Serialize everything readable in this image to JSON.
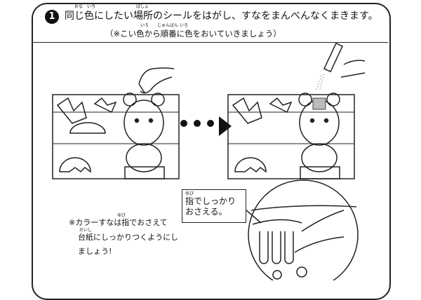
{
  "step": {
    "number": "1",
    "title": "同じ色にしたい場所のシールをはがし、すなをまんべんなくまきます。",
    "subtitle": "（※こい色から順番に色をおいていきましょう）",
    "ruby": [
      "おな",
      "いろ",
      "ばしょ",
      "いろ",
      "じゅんばん",
      "いろ"
    ]
  },
  "callout": {
    "ruby": "ゆび",
    "text": "指でしっかりおさえる。"
  },
  "note": {
    "ruby": [
      "ゆび",
      "だいし"
    ],
    "lines": [
      "※カラーすなは指でおさえて",
      "台紙にしっかりつくようにし",
      "ましょう!"
    ]
  },
  "icons": [
    "hand-peeling-sticker",
    "hand-with-sand-pen",
    "arrow-dots",
    "magnifier-circle"
  ]
}
